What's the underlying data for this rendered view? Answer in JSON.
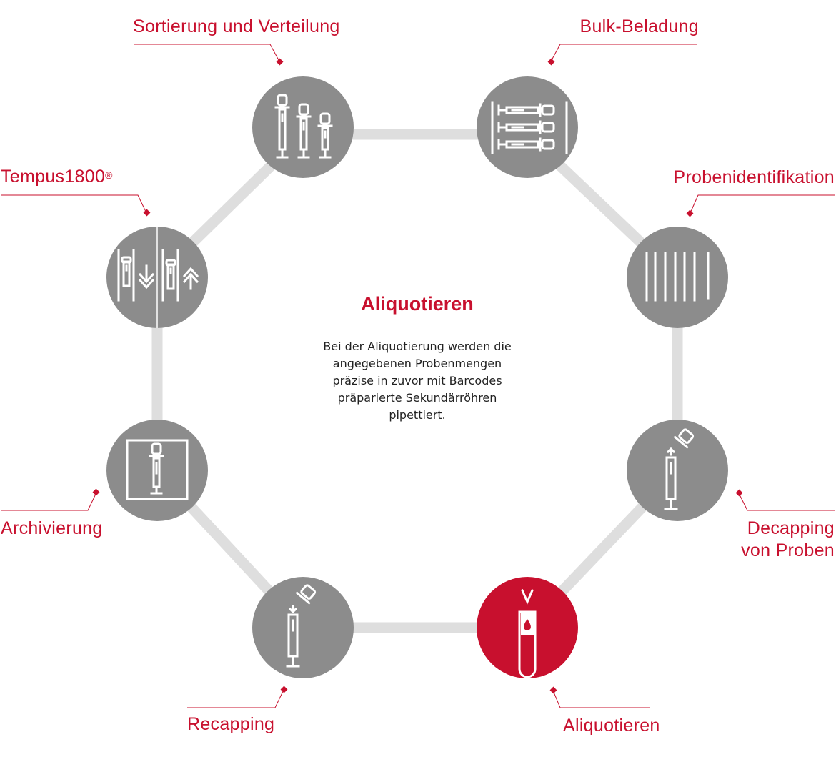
{
  "colors": {
    "accent": "#c8102e",
    "node": "#8c8c8c",
    "connector": "#dedede",
    "active_node": "#c8102e"
  },
  "center": {
    "title": "Aliquotieren",
    "description_lines": [
      "Bei der Aliquotierung werden die",
      "angegebenen Probenmengen",
      "präzise in zuvor mit Barcodes",
      "präparierte Sekundärröhren",
      "pipettiert."
    ]
  },
  "steps": [
    {
      "id": "sortierung",
      "label": "Sortierung und Verteilung",
      "icon": "three-tubes-icon",
      "active": false
    },
    {
      "id": "bulk",
      "label": "Bulk-Beladung",
      "icon": "tube-rack-icon",
      "active": false
    },
    {
      "id": "probenidentifikation",
      "label": "Probenidentifikation",
      "icon": "barcode-icon",
      "active": false
    },
    {
      "id": "decapping",
      "label_line1": "Decapping",
      "label_line2": "von Proben",
      "icon": "decapping-tube-icon",
      "active": false
    },
    {
      "id": "aliquotieren",
      "label": "Aliquotieren",
      "icon": "pipette-drop-icon",
      "active": true
    },
    {
      "id": "recapping",
      "label": "Recapping",
      "icon": "recapping-tube-icon",
      "active": false
    },
    {
      "id": "archivierung",
      "label": "Archivierung",
      "icon": "archive-tube-icon",
      "active": false
    },
    {
      "id": "tempus",
      "label": "Tempus1800",
      "label_mark": "®",
      "icon": "tube-transport-icon",
      "active": false
    }
  ]
}
